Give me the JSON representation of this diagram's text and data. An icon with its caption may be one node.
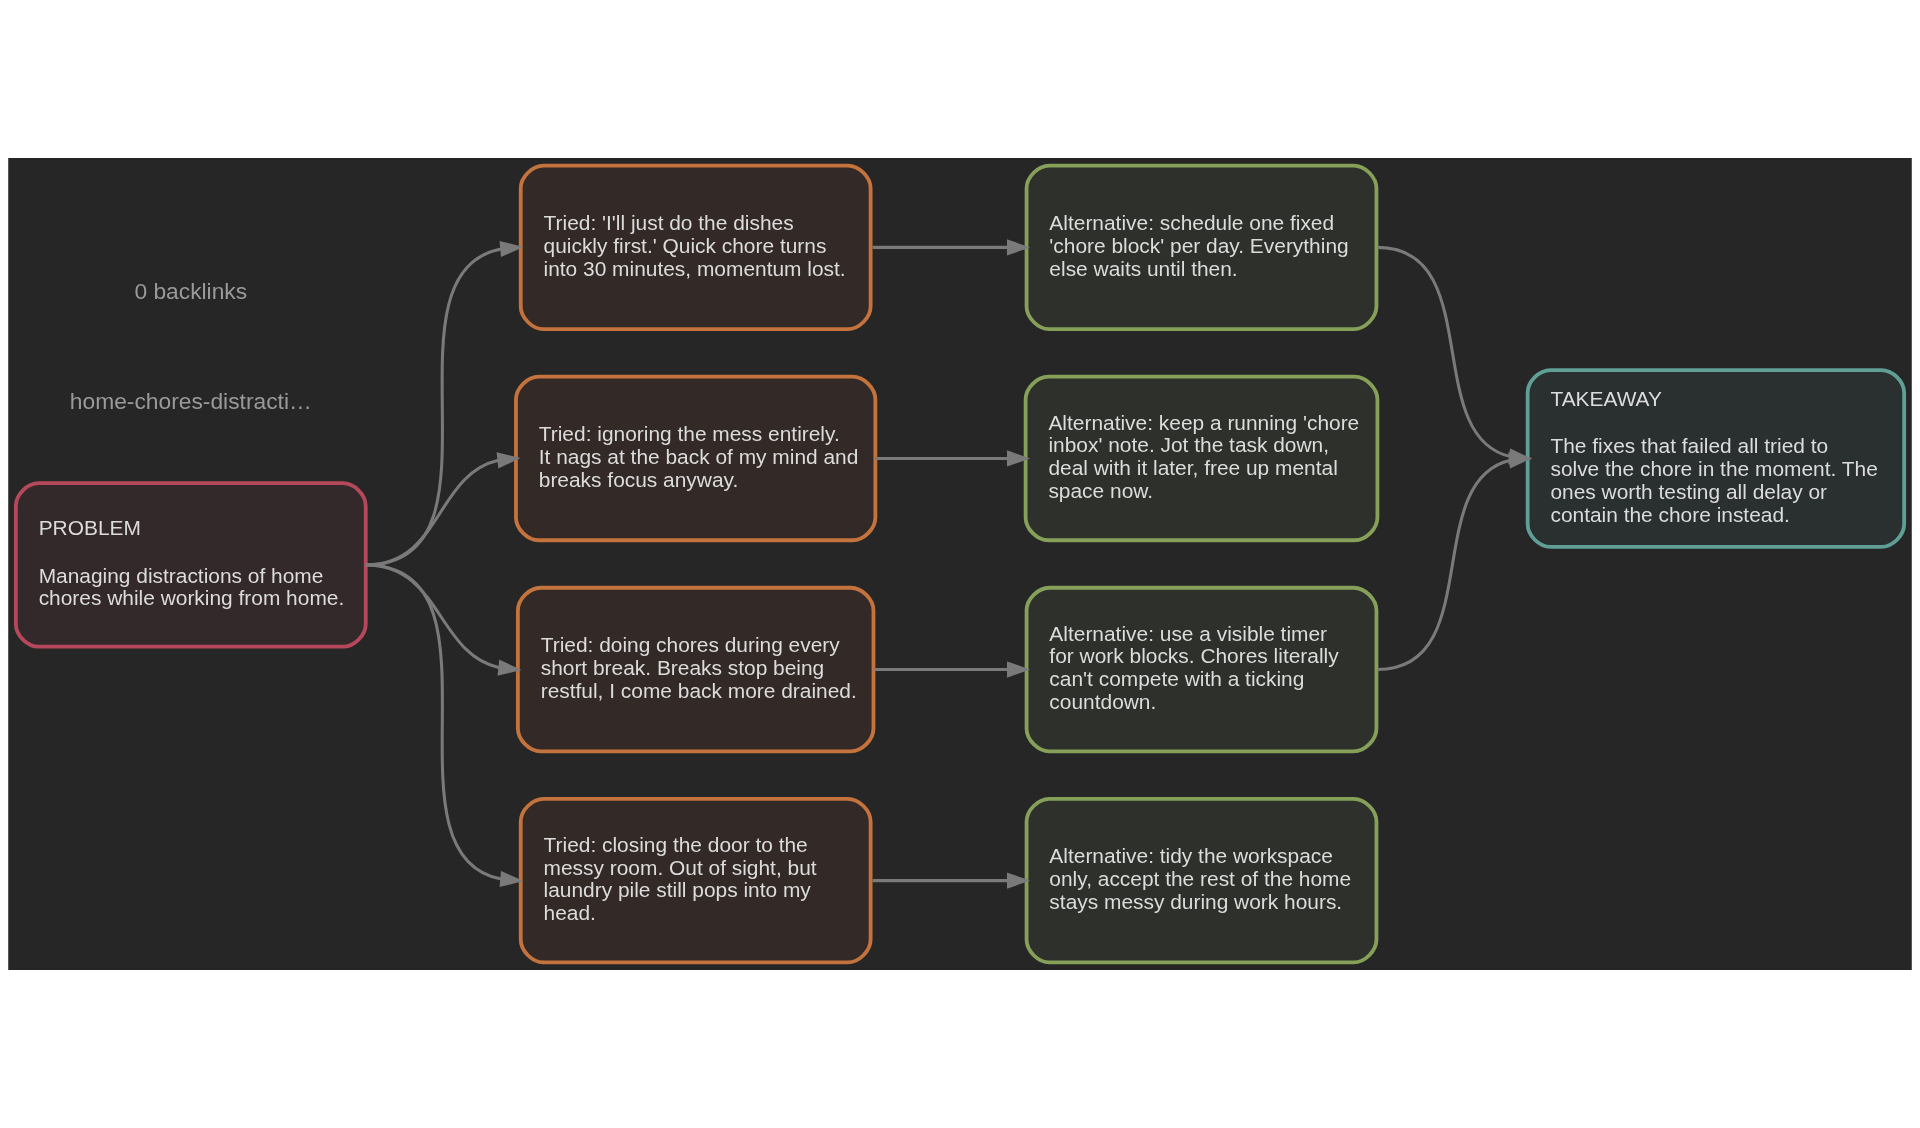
{
  "diagram": {
    "nodes": [
      {
        "text": [
          "PROBLEM",
          "Managing distractions of home chores while working from home."
        ]
      },
      {
        "text": [
          "Tried: 'I'll just do the dishes quickly first.' Quick chore turns into 30 minutes, momentum lost."
        ]
      },
      {
        "text": [
          "Tried: ignoring the mess entirely. It nags at the back of my mind and breaks focus anyway."
        ]
      },
      {
        "text": [
          "Tried: doing chores during every short break. Breaks stop being restful, I come back more drained."
        ]
      },
      {
        "text": [
          "Tried: closing the door to the messy room. Out of sight, but laundry pile still pops into my head."
        ]
      },
      {
        "text": [
          "Alternative: schedule one fixed 'chore block' per day. Everything else waits until then."
        ]
      },
      {
        "text": [
          "Alternative: keep a running 'chore inbox' note. Jot the task down, deal with it later, free up mental space now."
        ]
      },
      {
        "text": [
          "Alternative: use a visible timer for work blocks. Chores literally can't compete with a ticking countdown."
        ]
      },
      {
        "text": [
          "Alternative: tidy the workspace only, accept the rest of the home stays messy during work hours."
        ]
      },
      {
        "text": [
          "TAKEAWAY",
          "The fixes that failed all tried to solve the chore in the moment. The ones worth testing all delay or contain the chore instead."
        ]
      }
    ],
    "edges": [
      {
        "from": 0,
        "to": 1,
        "arrow": "to"
      },
      {
        "from": 0,
        "to": 2,
        "arrow": "to"
      },
      {
        "from": 0,
        "to": 3,
        "arrow": "to"
      },
      {
        "from": 0,
        "to": 4,
        "arrow": "to"
      },
      {
        "from": 1,
        "to": 5,
        "arrow": "to"
      },
      {
        "from": 2,
        "to": 6,
        "arrow": "to"
      },
      {
        "from": 3,
        "to": 7,
        "arrow": "to"
      },
      {
        "from": 4,
        "to": 8,
        "arrow": "to"
      },
      {
        "from": 5,
        "to": 9,
        "arrow": "to"
      },
      {
        "from": 7,
        "to": 9,
        "arrow": "to"
      }
    ],
    "labels": [
      "home-chores-distracti…",
      "0 backlinks"
    ]
  }
}
